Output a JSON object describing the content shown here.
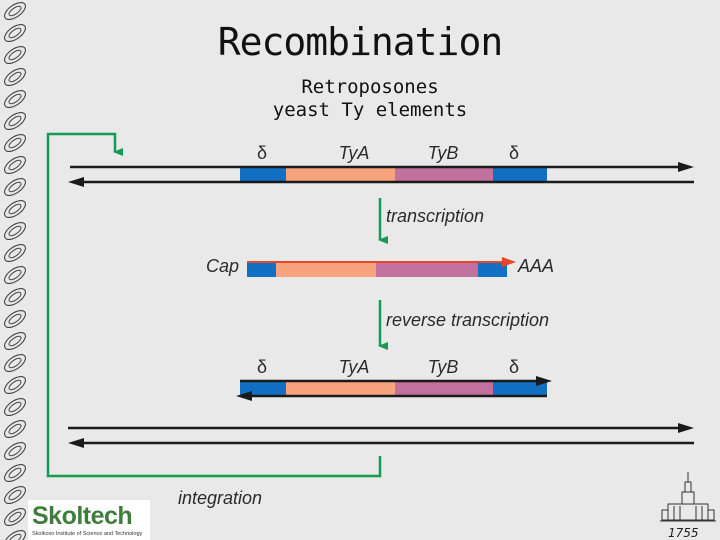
{
  "slide": {
    "title": "Recombination",
    "subtitle_line1": "Retroposones",
    "subtitle_line2": "yeast Ty elements"
  },
  "diagram": {
    "delta_symbol": "δ",
    "tya_label": "TyA",
    "tyb_label": "TyB",
    "cap_label": "Cap",
    "polya_label": "AAA",
    "transcription_label": "transcription",
    "reverse_transcription_label": "reverse transcription",
    "integration_label": "integration",
    "colors": {
      "delta_ltr": "#1170c4",
      "tya_region": "#f7a47e",
      "tyb_region": "#c2709d",
      "integration_arrow": "#179a52",
      "rna_arrow": "#e8452a",
      "dna_strand": "#1a1a1a"
    }
  },
  "branding": {
    "logo_text": "Skoltech",
    "logo_tagline": "Skolkovo Institute of Science and Technology",
    "year": "1755"
  }
}
